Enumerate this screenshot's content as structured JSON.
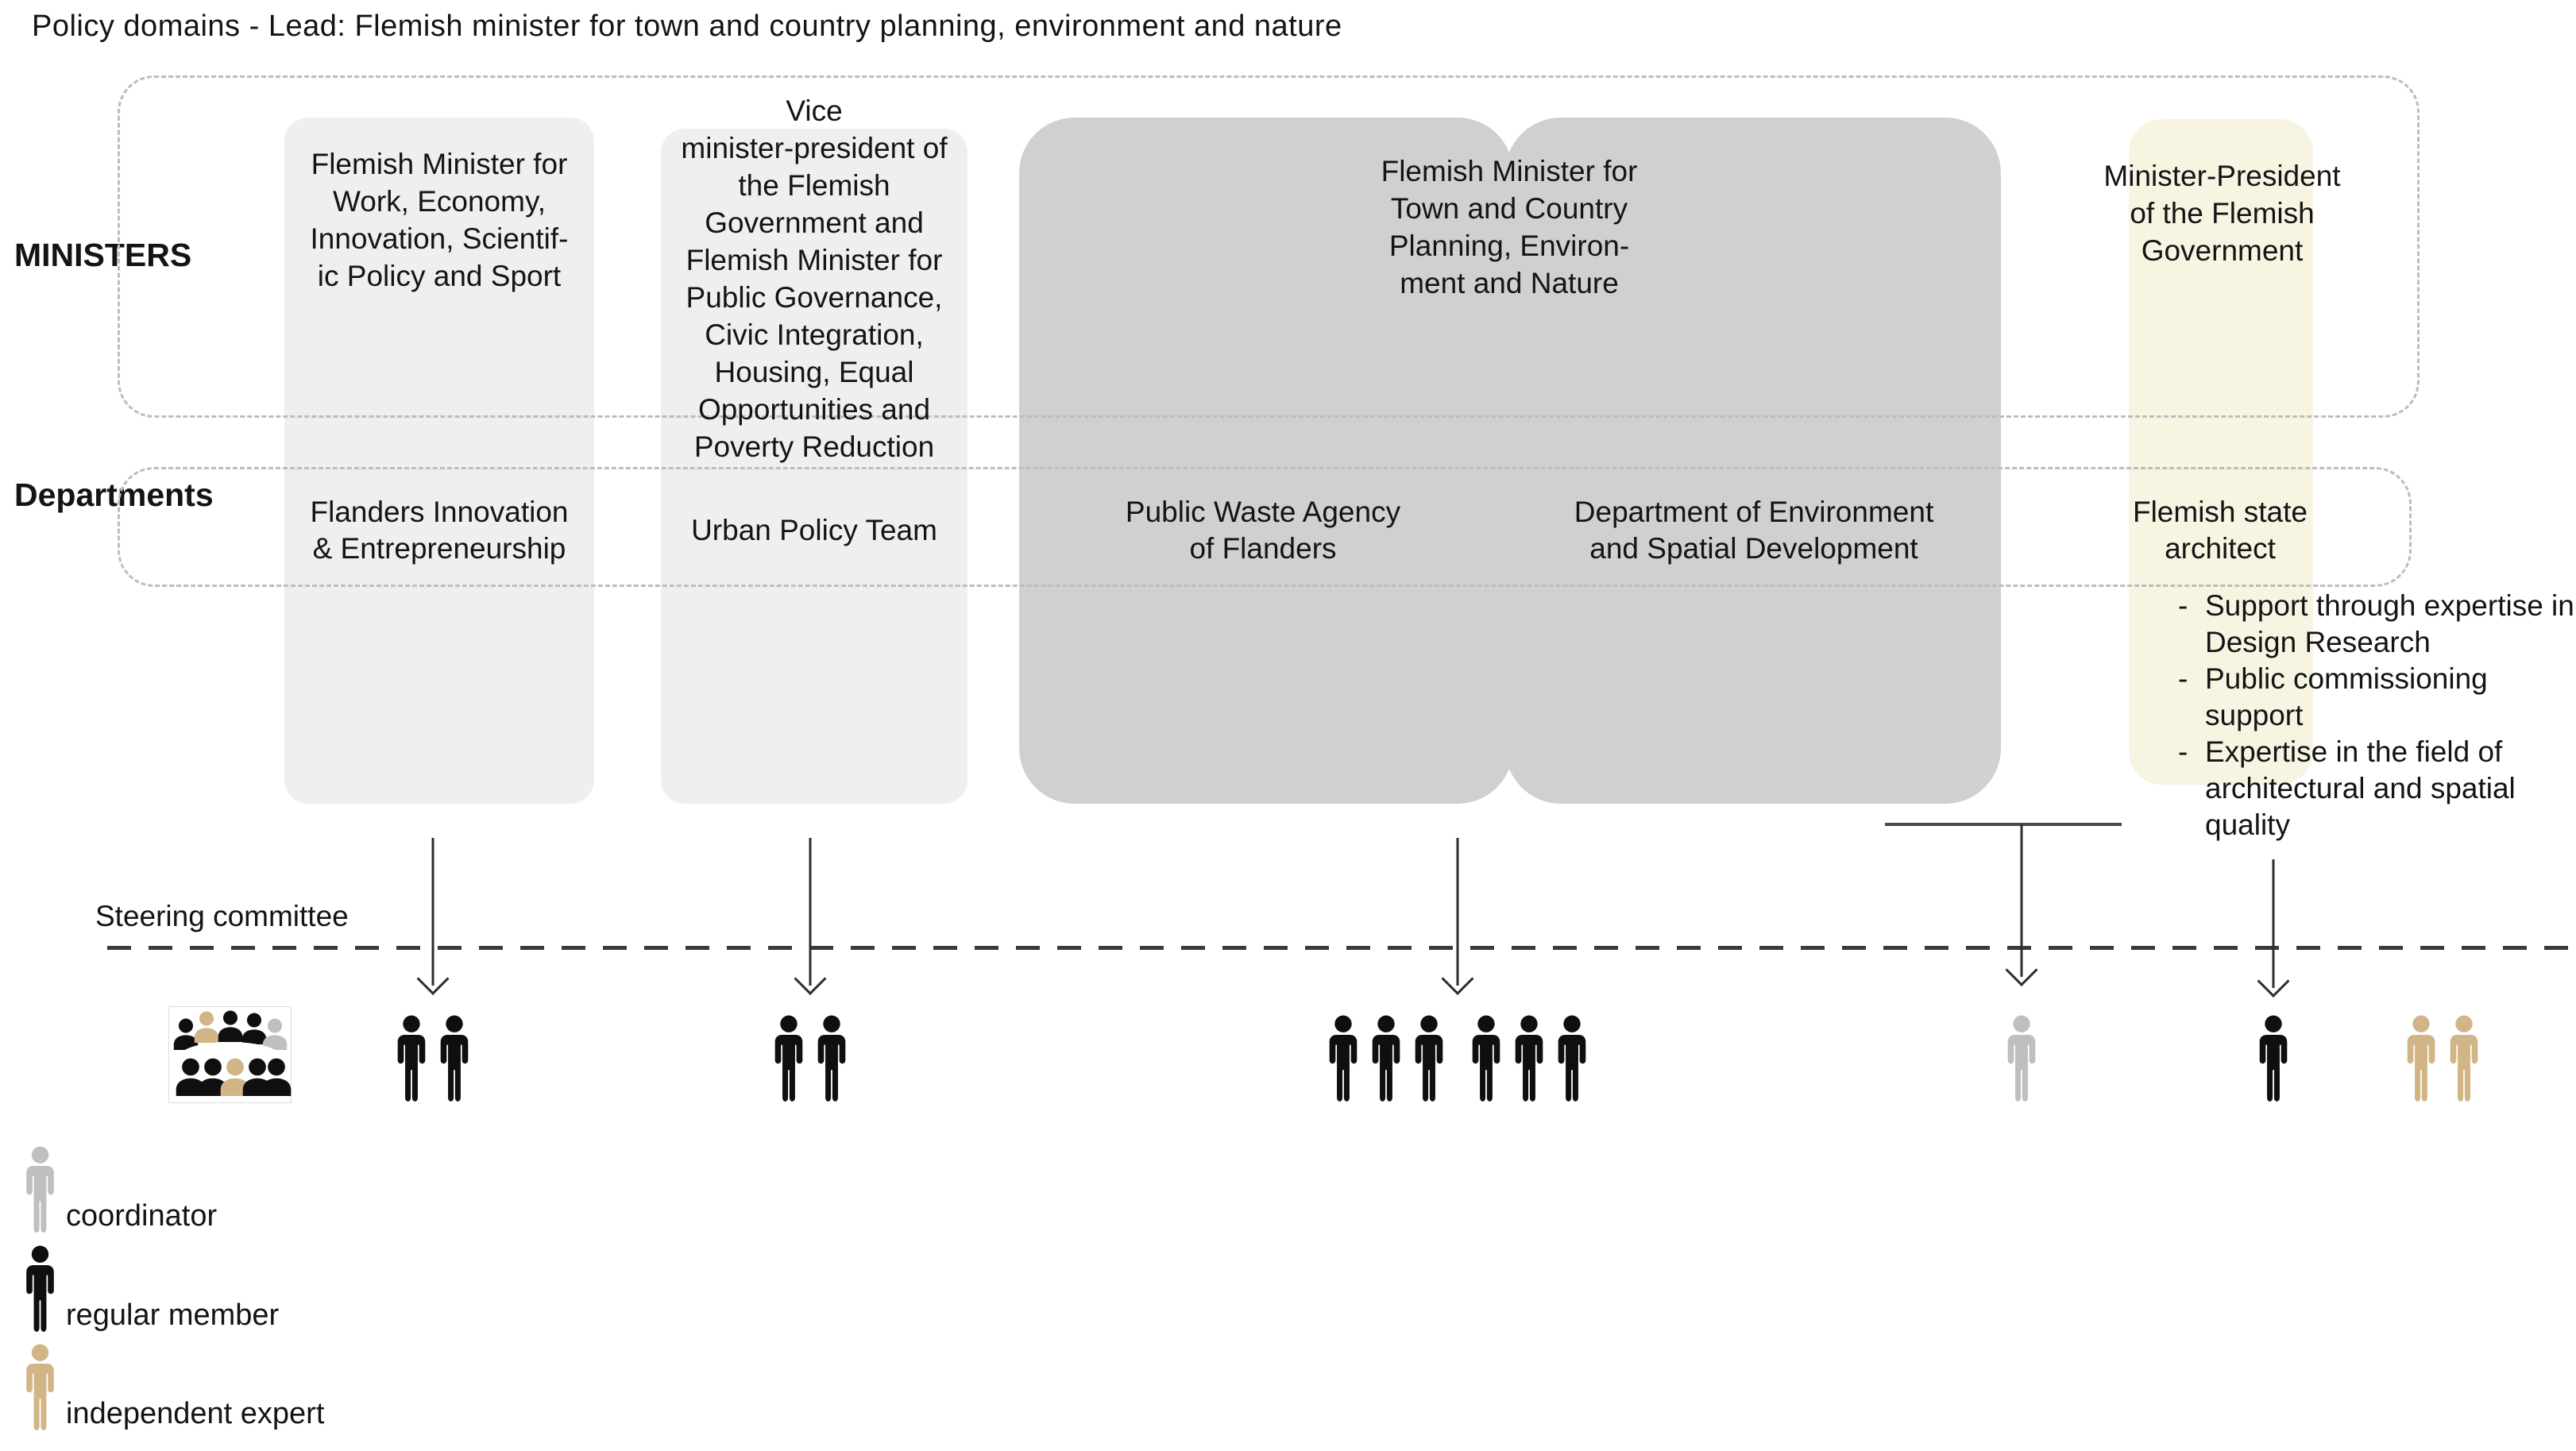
{
  "title": "Policy domains -  Lead: Flemish minister for town and country planning, environment and nature",
  "row_labels": {
    "ministers": "MINISTERS",
    "departments": "Departments"
  },
  "ministers": {
    "work": {
      "label": "Flemish Minister for\nWork, Economy,\nInnovation, Scientif-\nic Policy and Sport"
    },
    "vice": {
      "label": "Vice\nminister-president of\nthe Flemish\nGovernment and\nFlemish Minister for\nPublic Governance,\nCivic Integration,\nHousing, Equal\nOpportunities and\nPoverty Reduction"
    },
    "town": {
      "label": "Flemish Minister for\nTown and Country\nPlanning, Environ-\nment and Nature"
    },
    "president": {
      "label": "Minister-President\nof the Flemish\nGovernment"
    }
  },
  "departments": {
    "flanders_innovation": {
      "label": "Flanders Innovation\n& Entrepreneurship"
    },
    "urban_policy": {
      "label": "Urban Policy Team"
    },
    "waste_agency": {
      "label": "Public Waste Agency\nof Flanders"
    },
    "environment_dept": {
      "label": "Department of Environment\nand Spatial Development"
    },
    "state_architect": {
      "label": "Flemish state\narchitect"
    }
  },
  "bullet_marker": "-",
  "state_architect_bullets": [
    {
      "text": "Support through expertise in\nDesign Research"
    },
    {
      "text": "Public commissioning\nsupport"
    },
    {
      "text": "Expertise in the field of\narchitectural and spatial\nquality"
    }
  ],
  "steering": {
    "label": "Steering committee",
    "committee_image": {
      "back_row": [
        "black",
        "tan",
        "black",
        "black",
        "gray"
      ],
      "front_row": [
        "black",
        "black",
        "tan",
        "black",
        "black"
      ]
    },
    "groups": [
      {
        "name": "group-flanders-innovation",
        "members": [
          "black",
          "black"
        ]
      },
      {
        "name": "group-urban-policy",
        "members": [
          "black",
          "black"
        ]
      },
      {
        "name": "group-waste-agency",
        "members": [
          "black",
          "black",
          "black"
        ]
      },
      {
        "name": "group-environment-dept",
        "members": [
          "black",
          "black",
          "black"
        ]
      },
      {
        "name": "group-coordinator",
        "members": [
          "gray"
        ]
      },
      {
        "name": "group-state-architect",
        "members": [
          "black"
        ]
      },
      {
        "name": "group-independent-experts",
        "members": [
          "tan",
          "tan"
        ]
      }
    ]
  },
  "legend": {
    "items": [
      {
        "color": "gray",
        "label": "coordinator"
      },
      {
        "color": "black",
        "label": "regular member"
      },
      {
        "color": "tan",
        "label": "independent expert"
      }
    ]
  },
  "colors": {
    "black": "#0f0f0f",
    "gray": "#bfbfbf",
    "tan": "#d2b586",
    "box_light": "#efefef",
    "box_gray": "#d0d0d0",
    "box_cream": "#f7f4e2",
    "dash_region": "#bdbdbd",
    "line": "#3a3a3a"
  }
}
